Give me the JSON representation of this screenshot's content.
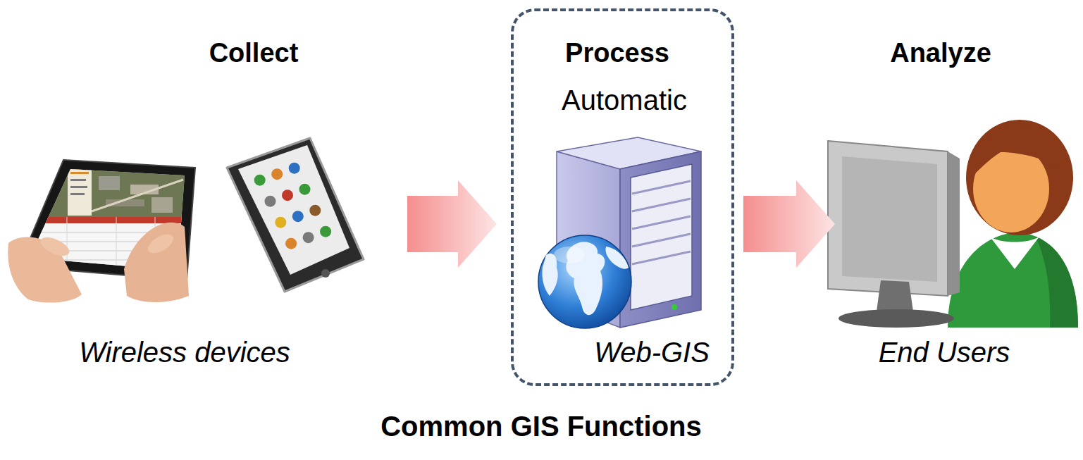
{
  "diagram": {
    "title": "Common GIS Functions",
    "nodes": [
      {
        "text": [
          "Collect",
          "Wireless devices"
        ]
      },
      {
        "text": [
          "Process",
          "Automatic",
          "Web-GIS"
        ]
      },
      {
        "text": [
          "Analyze",
          "End Users"
        ]
      }
    ],
    "edges": [
      {
        "from": 0,
        "to": 1,
        "arrow": "to"
      },
      {
        "from": 1,
        "to": 2,
        "arrow": "to"
      }
    ]
  }
}
